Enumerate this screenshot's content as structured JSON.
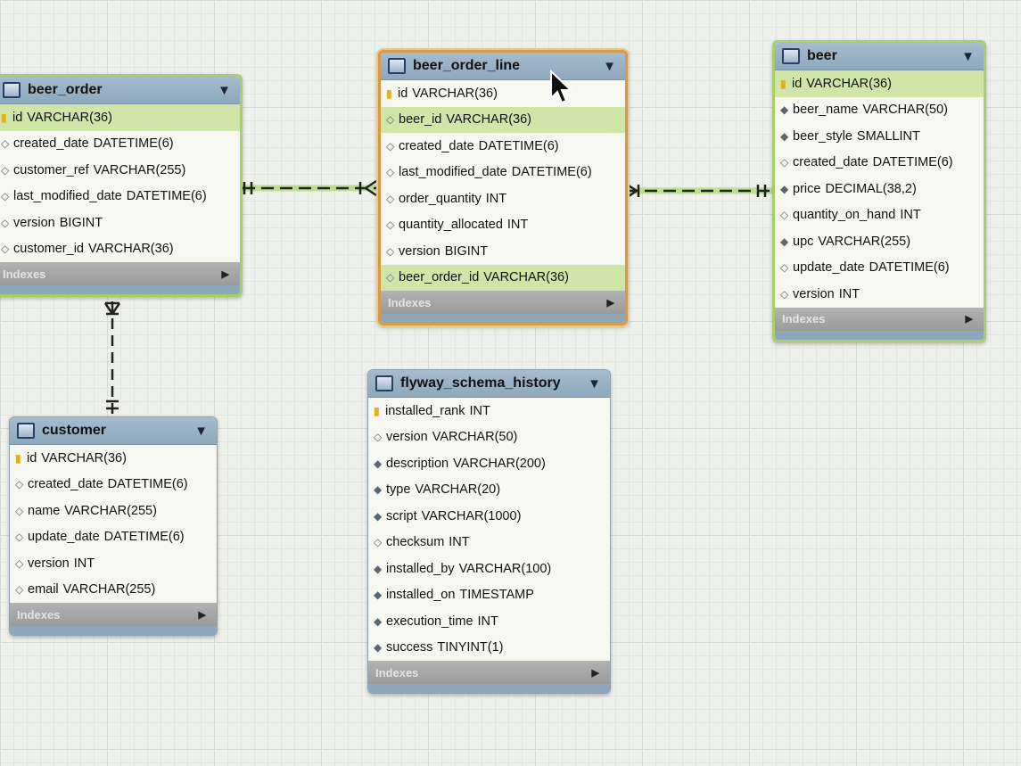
{
  "colors": {
    "header": "#9fb5c8",
    "key_highlight": "#cfe6a8",
    "relation_line": "#2b2b2b",
    "relation_glow": "#a6d96a",
    "selected_border": "#d59a4a"
  },
  "icons": {
    "table": "table-icon",
    "collapse": "chevron-down-icon",
    "primary_key": "key-icon",
    "column": "diamond-icon",
    "indexes_expand": "triangle-right-icon"
  },
  "tables": {
    "beer_order": {
      "name": "beer_order",
      "arrow": "▼",
      "indexes_label": "Indexes",
      "columns": [
        {
          "name": "id",
          "type": "VARCHAR(36)"
        },
        {
          "name": "created_date",
          "type": "DATETIME(6)"
        },
        {
          "name": "customer_ref",
          "type": "VARCHAR(255)"
        },
        {
          "name": "last_modified_date",
          "type": "DATETIME(6)"
        },
        {
          "name": "version",
          "type": "BIGINT"
        },
        {
          "name": "customer_id",
          "type": "VARCHAR(36)"
        }
      ]
    },
    "beer_order_line": {
      "name": "beer_order_line",
      "arrow": "▼",
      "indexes_label": "Indexes",
      "columns": [
        {
          "name": "id",
          "type": "VARCHAR(36)"
        },
        {
          "name": "beer_id",
          "type": "VARCHAR(36)"
        },
        {
          "name": "created_date",
          "type": "DATETIME(6)"
        },
        {
          "name": "last_modified_date",
          "type": "DATETIME(6)"
        },
        {
          "name": "order_quantity",
          "type": "INT"
        },
        {
          "name": "quantity_allocated",
          "type": "INT"
        },
        {
          "name": "version",
          "type": "BIGINT"
        },
        {
          "name": "beer_order_id",
          "type": "VARCHAR(36)"
        }
      ]
    },
    "beer": {
      "name": "beer",
      "arrow": "▼",
      "indexes_label": "Indexes",
      "columns": [
        {
          "name": "id",
          "type": "VARCHAR(36)"
        },
        {
          "name": "beer_name",
          "type": "VARCHAR(50)"
        },
        {
          "name": "beer_style",
          "type": "SMALLINT"
        },
        {
          "name": "created_date",
          "type": "DATETIME(6)"
        },
        {
          "name": "price",
          "type": "DECIMAL(38,2)"
        },
        {
          "name": "quantity_on_hand",
          "type": "INT"
        },
        {
          "name": "upc",
          "type": "VARCHAR(255)"
        },
        {
          "name": "update_date",
          "type": "DATETIME(6)"
        },
        {
          "name": "version",
          "type": "INT"
        }
      ]
    },
    "customer": {
      "name": "customer",
      "arrow": "▼",
      "indexes_label": "Indexes",
      "columns": [
        {
          "name": "id",
          "type": "VARCHAR(36)"
        },
        {
          "name": "created_date",
          "type": "DATETIME(6)"
        },
        {
          "name": "name",
          "type": "VARCHAR(255)"
        },
        {
          "name": "update_date",
          "type": "DATETIME(6)"
        },
        {
          "name": "version",
          "type": "INT"
        },
        {
          "name": "email",
          "type": "VARCHAR(255)"
        }
      ]
    },
    "flyway_schema_history": {
      "name": "flyway_schema_history",
      "arrow": "▼",
      "indexes_label": "Indexes",
      "columns": [
        {
          "name": "installed_rank",
          "type": "INT"
        },
        {
          "name": "version",
          "type": "VARCHAR(50)"
        },
        {
          "name": "description",
          "type": "VARCHAR(200)"
        },
        {
          "name": "type",
          "type": "VARCHAR(20)"
        },
        {
          "name": "script",
          "type": "VARCHAR(1000)"
        },
        {
          "name": "checksum",
          "type": "INT"
        },
        {
          "name": "installed_by",
          "type": "VARCHAR(100)"
        },
        {
          "name": "installed_on",
          "type": "TIMESTAMP"
        },
        {
          "name": "execution_time",
          "type": "INT"
        },
        {
          "name": "success",
          "type": "TINYINT(1)"
        }
      ]
    }
  }
}
